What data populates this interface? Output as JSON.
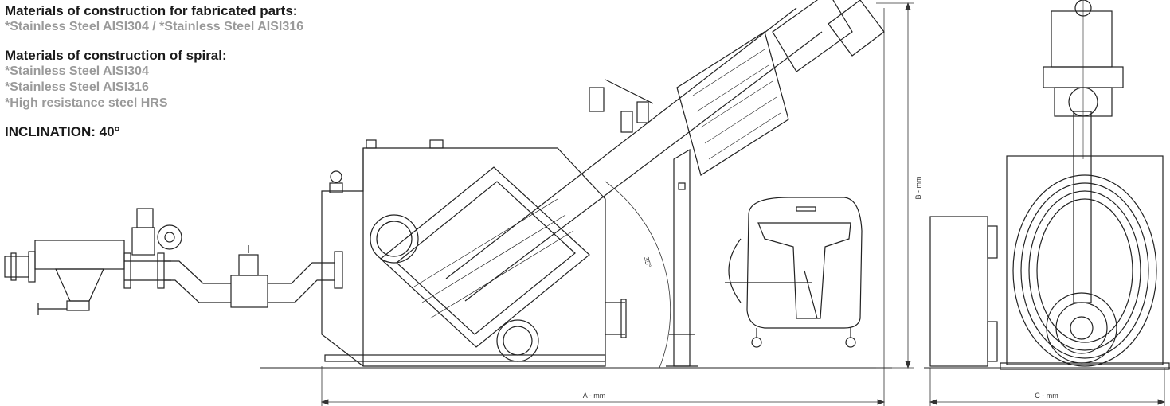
{
  "specs": {
    "fabricated_title": "Materials of construction for fabricated parts:",
    "fabricated_value": "*Stainless Steel AISI304 / *Stainless Steel AISI316",
    "spiral_title": "Materials of construction of spiral:",
    "spiral_items": [
      "*Stainless Steel AISI304",
      "*Stainless Steel AISI316",
      "*High resistance steel HRS"
    ],
    "inclination": "INCLINATION: 40°"
  },
  "dimensions": {
    "a": "A - mm",
    "b": "B - mm",
    "c": "C - mm",
    "angle": "35°"
  }
}
